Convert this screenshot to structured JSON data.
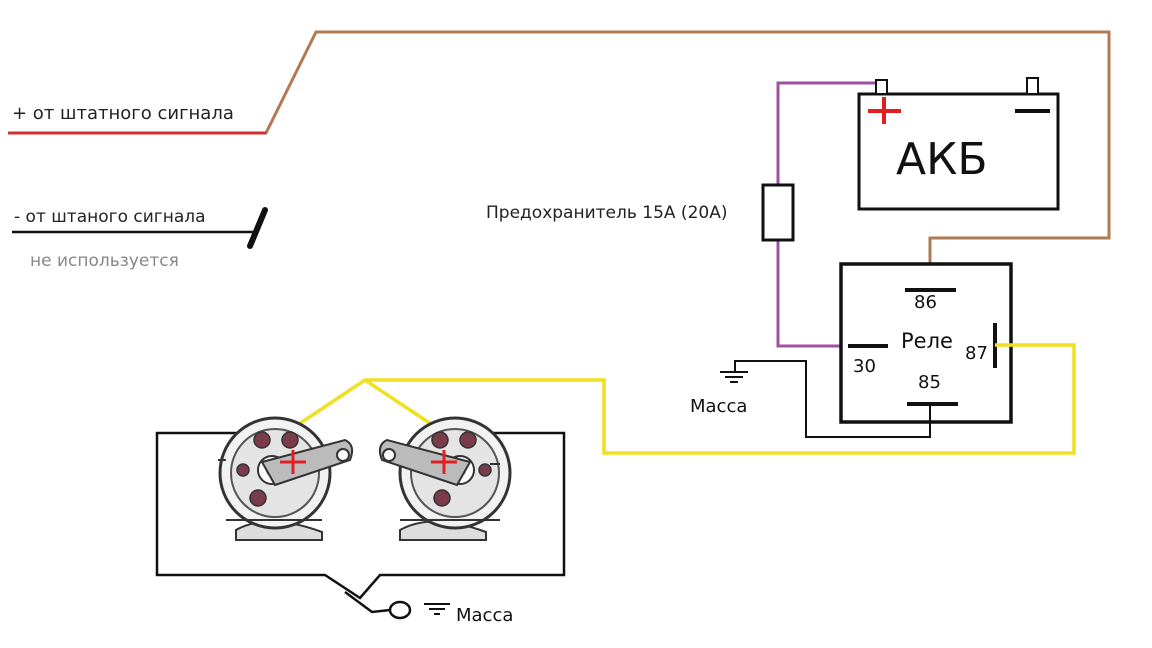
{
  "labels": {
    "plus_signal": "+ от штатного сигнала",
    "minus_signal": "- от штаного сигнала",
    "not_used": "не используется",
    "fuse": "Предохранитель 15А (20А)",
    "battery": "АКБ",
    "relay": "Реле",
    "pin_86": "86",
    "pin_30": "30",
    "pin_87": "87",
    "pin_85": "85",
    "ground_relay": "Масса",
    "ground_horns": "Масса"
  },
  "colors": {
    "brown_wire": "#b07a55",
    "purple_wire": "#a050a0",
    "yellow_wire": "#f0e020",
    "red_wire": "#d03030",
    "black_wire": "#111111",
    "plus_mark": "#e02020",
    "muted_text": "#888888"
  }
}
